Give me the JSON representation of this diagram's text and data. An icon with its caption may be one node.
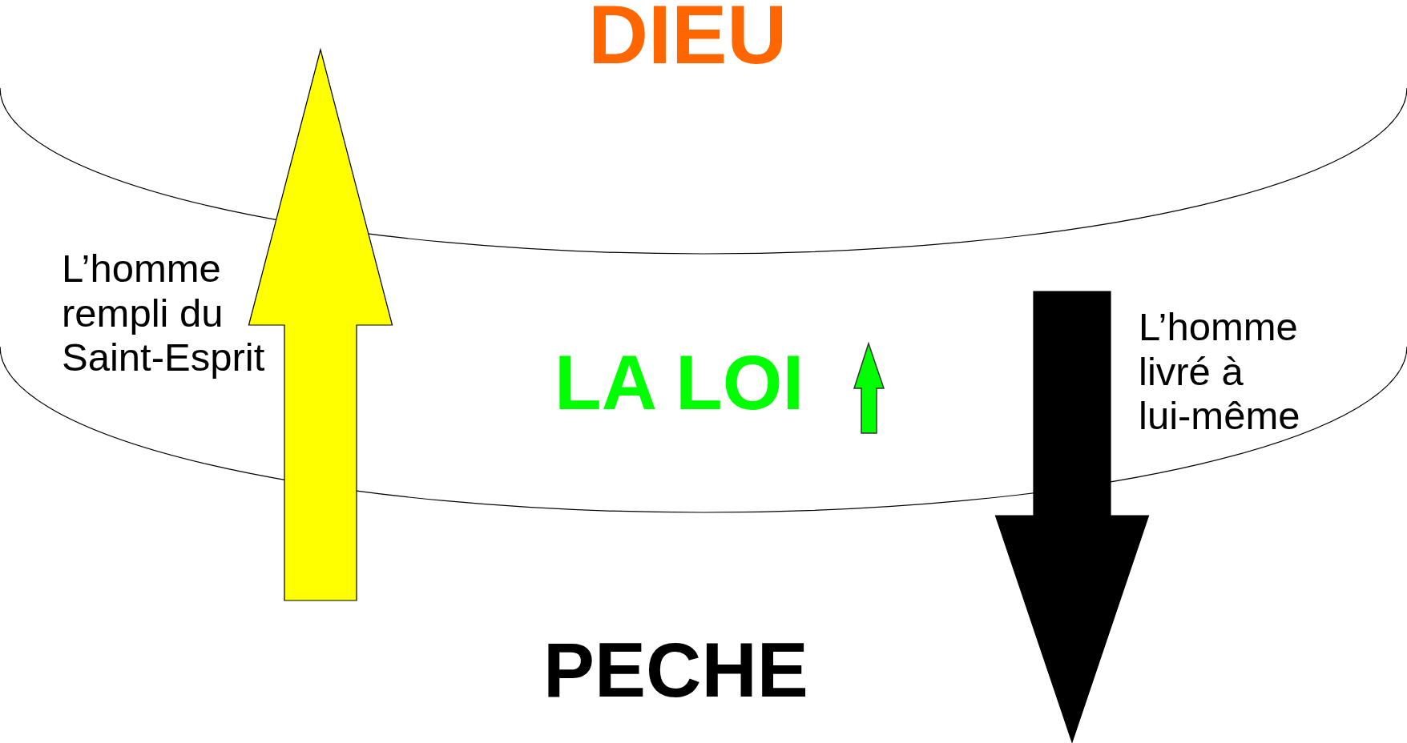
{
  "diagram": {
    "nodes": [
      {
        "text": [
          "DIEU"
        ]
      },
      {
        "text": [
          "LA LOI"
        ]
      },
      {
        "text": [
          "PECHE"
        ]
      }
    ],
    "edges": [
      {
        "from": 2,
        "to": 0,
        "arrow": "to",
        "label": "L’homme rempli du Saint-Esprit",
        "style": "thick",
        "color": "#ffff00"
      },
      {
        "from": 1,
        "to": 2,
        "arrow": "to",
        "label": "L’homme livré à lui-même",
        "style": "thick",
        "color": "#000000"
      }
    ]
  }
}
